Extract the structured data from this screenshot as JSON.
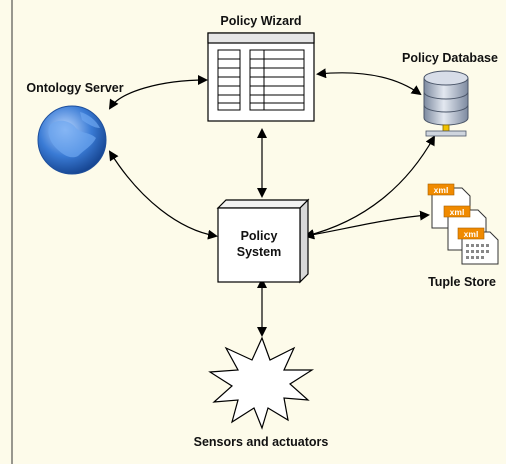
{
  "diagram": {
    "nodes": {
      "policy_wizard": {
        "label": "Policy Wizard",
        "icon": "table-window-icon"
      },
      "policy_database": {
        "label": "Policy Database",
        "icon": "database-icon"
      },
      "ontology_server": {
        "label": "Ontology Server",
        "icon": "globe-icon"
      },
      "policy_system": {
        "label_line1": "Policy",
        "label_line2": "System",
        "icon": "cube-box-icon"
      },
      "tuple_store": {
        "label": "Tuple Store",
        "icon": "xml-documents-icon",
        "doc_tag": "xml"
      },
      "sensors": {
        "label": "Sensors and actuators",
        "icon": "starburst-icon"
      }
    },
    "edges": [
      {
        "from": "Policy Wizard",
        "to": "Ontology Server",
        "type": "bidirectional"
      },
      {
        "from": "Policy Wizard",
        "to": "Policy Database",
        "type": "bidirectional"
      },
      {
        "from": "Policy Wizard",
        "to": "Policy System",
        "type": "bidirectional"
      },
      {
        "from": "Ontology Server",
        "to": "Policy System",
        "type": "bidirectional"
      },
      {
        "from": "Policy Database",
        "to": "Policy System",
        "type": "bidirectional"
      },
      {
        "from": "Tuple Store",
        "to": "Policy System",
        "type": "bidirectional"
      },
      {
        "from": "Policy System",
        "to": "Sensors and actuators",
        "type": "bidirectional"
      }
    ],
    "colors": {
      "background": "#fdfbea",
      "globe": "#3a7bd5",
      "xml_tag": "#f08a00",
      "database": "#8e9bb0"
    }
  }
}
